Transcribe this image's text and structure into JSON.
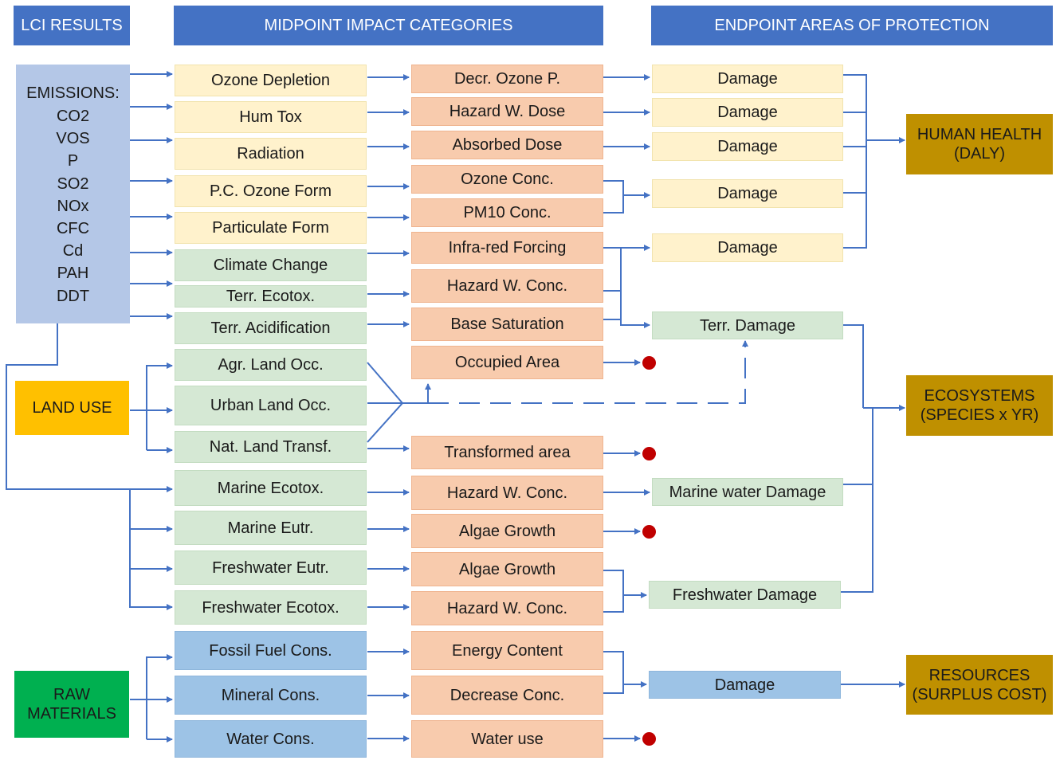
{
  "headers": {
    "lci": "LCI RESULTS",
    "midpoint": "MIDPOINT IMPACT CATEGORIES",
    "endpoint": "ENDPOINT AREAS OF PROTECTION"
  },
  "inputs": {
    "emissions_title": "EMISSIONS:",
    "emissions": [
      "CO2",
      "VOS",
      "P",
      "SO2",
      "NOx",
      "CFC",
      "Cd",
      "PAH",
      "DDT"
    ],
    "land_use": "LAND USE",
    "raw_materials": [
      "RAW",
      "MATERIALS"
    ]
  },
  "midpoint": [
    "Ozone Depletion",
    "Hum Tox",
    "Radiation",
    "P.C. Ozone Form",
    "Particulate Form",
    "Climate Change",
    "Terr. Ecotox.",
    "Terr. Acidification",
    "Agr. Land Occ.",
    "Urban Land Occ.",
    "Nat. Land Transf.",
    "Marine Ecotox.",
    "Marine Eutr.",
    "Freshwater Eutr.",
    "Freshwater Ecotox.",
    "Fossil Fuel Cons.",
    "Mineral Cons.",
    "Water Cons."
  ],
  "indicators": [
    "Decr. Ozone P.",
    "Hazard W. Dose",
    "Absorbed Dose",
    "Ozone Conc.",
    "PM10 Conc.",
    "Infra-red Forcing",
    "Hazard W. Conc.",
    "Base Saturation",
    "Occupied Area",
    "Transformed area",
    "Hazard W. Conc.",
    "Algae Growth",
    "Algae Growth",
    "Hazard W. Conc.",
    "Energy Content",
    "Decrease Conc.",
    "Water use"
  ],
  "damages": [
    "Damage",
    "Damage",
    "Damage",
    "Damage",
    "Damage",
    "Terr. Damage",
    "Marine water Damage",
    "Freshwater Damage",
    "Damage"
  ],
  "endpoints": {
    "human_health": [
      "HUMAN HEALTH",
      "(DALY)"
    ],
    "ecosystems": [
      "ECOSYSTEMS",
      "(SPECIES x YR)"
    ],
    "resources": [
      "RESOURCES",
      "(SURPLUS COST)"
    ]
  },
  "colors": {
    "arrow": "#4472c4",
    "header": "#4472c4",
    "human_health_impacts": "#fff2cc",
    "ecosystem_impacts": "#d5e8d4",
    "indicators": "#f8cbad",
    "resource_impacts": "#9dc3e6",
    "endpoints": "#bf9000",
    "dead_end_dot": "#c00000"
  }
}
